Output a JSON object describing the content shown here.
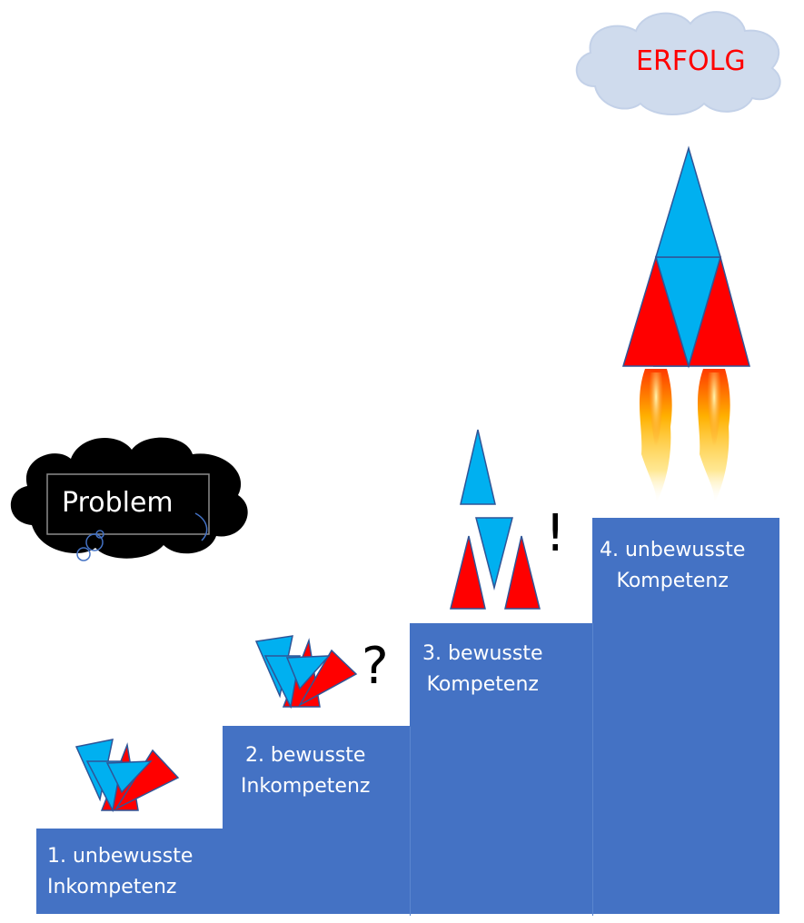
{
  "success_cloud": {
    "label": "ERFOLG",
    "fill": "#cfdbed",
    "text_color": "#ff0000"
  },
  "problem_cloud": {
    "label": "Problem",
    "fill": "#000000",
    "text_color": "#ffffff"
  },
  "steps": [
    {
      "label": "1. unbewusste\nInkompetenz"
    },
    {
      "label": "2. bewusste\nInkompetenz"
    },
    {
      "label": "3. bewusste\nKompetenz"
    },
    {
      "label": "4. unbewusste\nKompetenz"
    }
  ],
  "marks": {
    "question": "?",
    "exclamation": "!"
  },
  "colors": {
    "step_fill": "#4472c4",
    "rocket_blue": "#00b0f0",
    "rocket_red": "#ff0000"
  }
}
